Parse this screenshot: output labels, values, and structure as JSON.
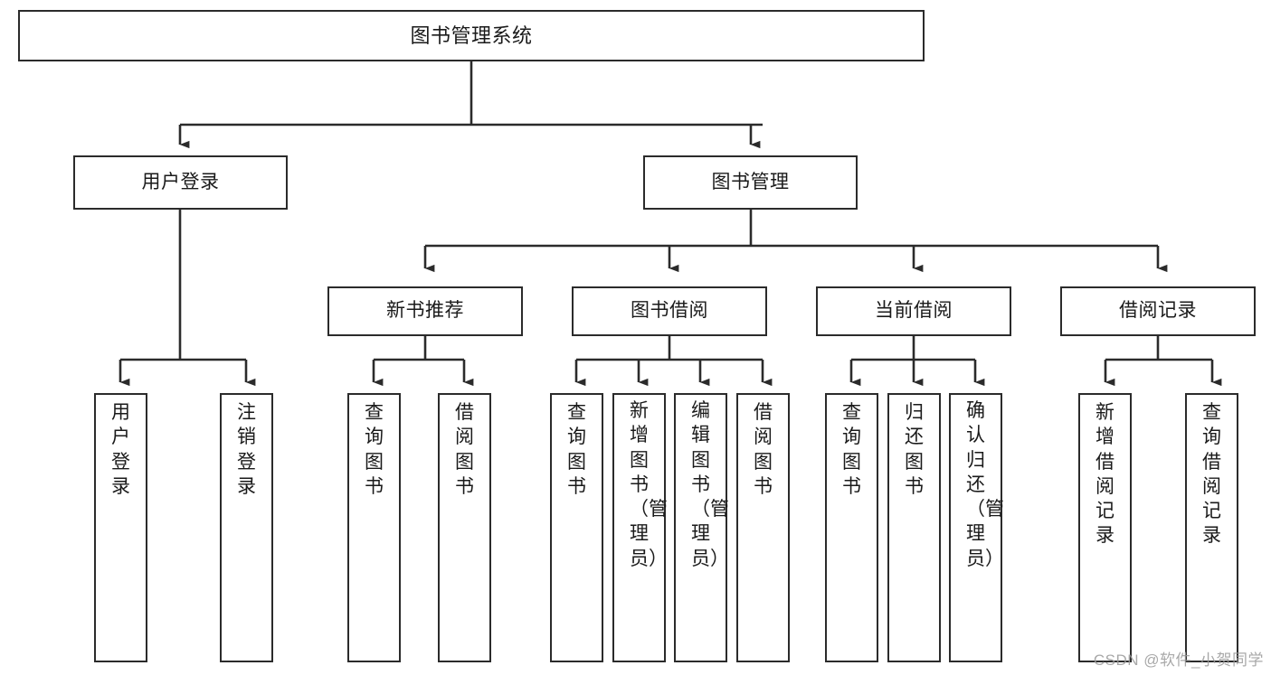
{
  "diagram": {
    "type": "tree",
    "title": "图书管理系统",
    "orientation": "top-down",
    "colors": {
      "box_border": "#2b2b2b",
      "box_fill": "#ffffff",
      "connector": "#2b2b2b",
      "text": "#1a1a1a",
      "watermark": "#9a9a9a"
    },
    "root": {
      "label": "图书管理系统"
    },
    "level2": [
      {
        "label": "用户登录"
      },
      {
        "label": "图书管理"
      }
    ],
    "level3": [
      {
        "label": "新书推荐"
      },
      {
        "label": "图书借阅"
      },
      {
        "label": "当前借阅"
      },
      {
        "label": "借阅记录"
      }
    ],
    "leaves": {
      "user_login": [
        {
          "label": "用户登录"
        },
        {
          "label": "注销登录"
        }
      ],
      "new_book_recommend": [
        {
          "label": "查询图书"
        },
        {
          "label": "借阅图书"
        }
      ],
      "book_borrow": [
        {
          "label": "查询图书"
        },
        {
          "label": "新增图书（管理员）"
        },
        {
          "label": "编辑图书（管理员）"
        },
        {
          "label": "借阅图书"
        }
      ],
      "current_borrow": [
        {
          "label": "查询图书"
        },
        {
          "label": "归还图书"
        },
        {
          "label": "确认归还（管理员）"
        }
      ],
      "borrow_record": [
        {
          "label": "新增借阅记录"
        },
        {
          "label": "查询借阅记录"
        }
      ]
    },
    "watermark": "CSDN @软件_小贺同学"
  }
}
